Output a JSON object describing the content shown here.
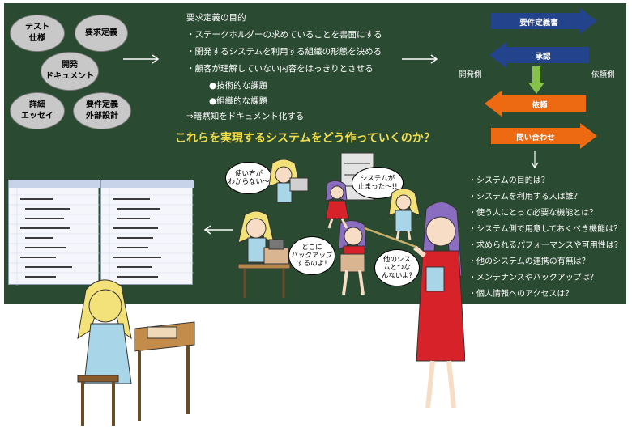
{
  "bubbles": [
    {
      "label": "テスト\n仕様"
    },
    {
      "label": "要求定義"
    },
    {
      "label": "開発\nドキュメント"
    },
    {
      "label": "詳細\nエッセイ"
    },
    {
      "label": "要件定義\n外部設計"
    }
  ],
  "purpose": {
    "heading": "要求定義の目的",
    "lines": [
      "・ステークホルダーの求めていることを書面にする",
      "・開発するシステムを利用する組織の形態を決める",
      "・顧客が理解していない内容をはっきりとさせる"
    ],
    "sub_items": [
      "●技術的な課題",
      "●組織的な課題"
    ],
    "conclusion": "⇒暗黙知をドキュメント化する"
  },
  "headline": "これらを実現するシステムをどう作っていくのか？",
  "flow": {
    "left_label": "開発側",
    "right_label": "依頼側",
    "arrows": [
      {
        "label": "要件定義書",
        "direction": "right",
        "color": "#23448c"
      },
      {
        "label": "承認",
        "direction": "left",
        "color": "#23448c"
      },
      {
        "label": "依頼",
        "direction": "left",
        "color": "#ee6a12"
      },
      {
        "label": "問い合わせ",
        "direction": "right",
        "color": "#ee6a12"
      }
    ],
    "down_arrow_color": "#86c24a"
  },
  "questions": [
    "・システムの目的は？",
    "・システムを利用する人は誰？",
    "・使う人にとって必要な機能とは？",
    "・システム側で用意しておくべき機能は？",
    "・求められるパフォーマンスや可用性は？",
    "・他のシステムの連携の有無は？",
    "・メンテナンスやバックアップは？",
    "・個人情報へのアクセスは？"
  ],
  "speech": [
    {
      "label": "使い方が\nわからない～"
    },
    {
      "label": "システムが\n止まった～!!"
    },
    {
      "label": "どこに\nバックアップ\nするのよ!"
    },
    {
      "label": "他のシス\nムとつな\nんないよ?"
    }
  ],
  "colors": {
    "board": "#2b4a32",
    "bubble": "#c8c8c8",
    "headline": "#f3df4a"
  }
}
